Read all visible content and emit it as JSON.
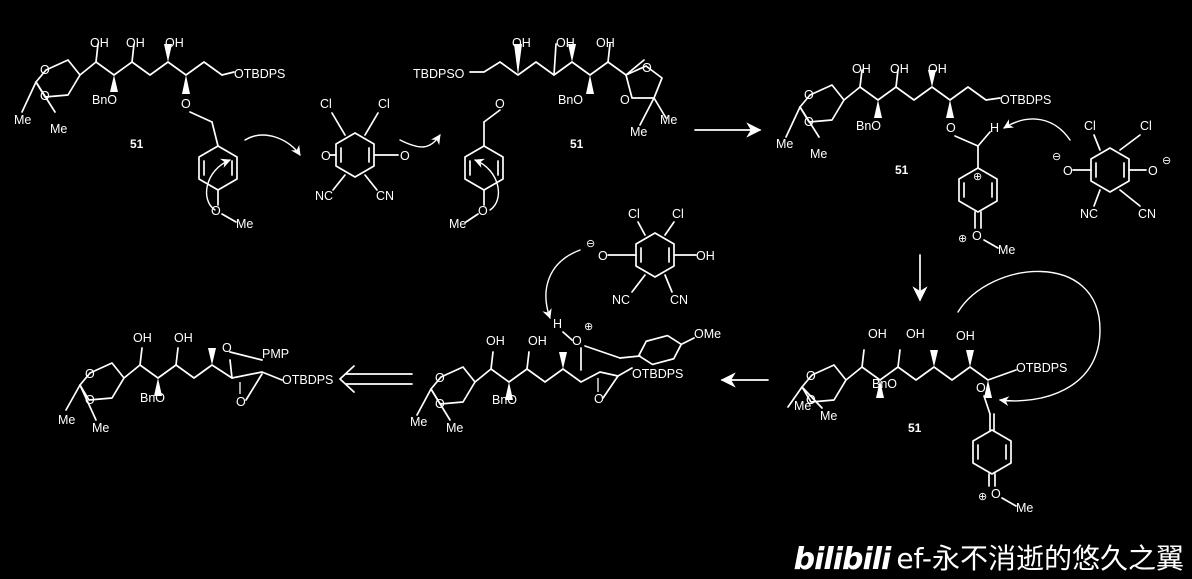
{
  "atoms": {
    "oh": "OH",
    "o": "O",
    "bno": "BnO",
    "me": "Me",
    "otbdps": "OTBDPS",
    "tbdpso": "TBDPSO",
    "cl": "Cl",
    "cn": "NC",
    "cn2": "CN",
    "h": "H",
    "pmp": "PMP",
    "ome": "OMe",
    "plus": "⊕",
    "minus": "⊖"
  },
  "labels": {
    "compound_51": "51"
  },
  "watermark": {
    "logo": "bilibili",
    "text": "ef-永不消逝的悠久之翼"
  }
}
